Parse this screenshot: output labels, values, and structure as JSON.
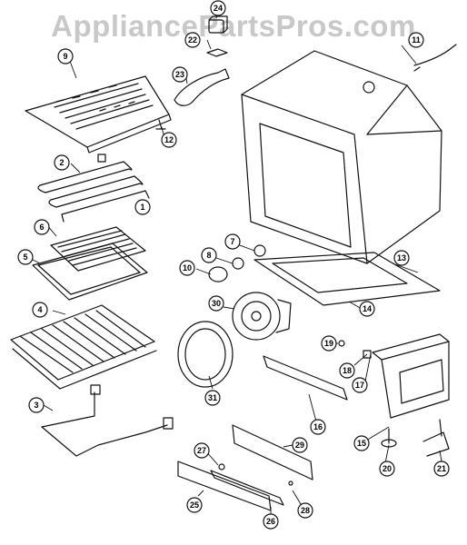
{
  "watermark": "AppliancePartsPros.com",
  "colors": {
    "line": "#111111",
    "paper": "#ffffff",
    "watermark": "#c8c8c8"
  },
  "callouts": [
    "1",
    "2",
    "3",
    "4",
    "5",
    "6",
    "7",
    "8",
    "9",
    "10",
    "11",
    "12",
    "13",
    "14",
    "15",
    "16",
    "17",
    "18",
    "19",
    "20",
    "21",
    "22",
    "23",
    "24",
    "25",
    "26",
    "27",
    "28",
    "29",
    "30",
    "31"
  ]
}
